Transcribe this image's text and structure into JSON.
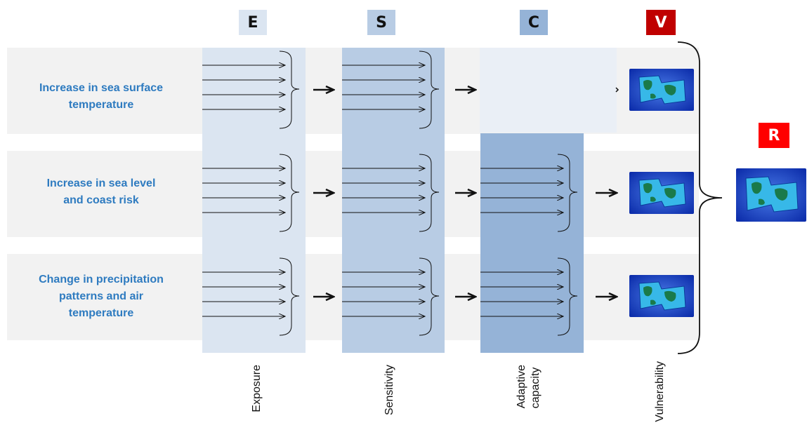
{
  "headers": {
    "e": "E",
    "s": "S",
    "c": "C",
    "v": "V",
    "r": "R"
  },
  "rows": [
    {
      "label": "Increase in sea surface\ntemperature"
    },
    {
      "label": "Increase in sea level\nand coast risk"
    },
    {
      "label": "Change in precipitation\npatterns and air\ntemperature"
    }
  ],
  "axis_labels": {
    "exposure": "Exposure",
    "sensitivity": "Sensitivity",
    "adaptive_capacity": "Adaptive\ncapacity",
    "vulnerability": "Vulnerability"
  },
  "colors": {
    "row_band": "#f2f2f2",
    "exposure": "#dbe5f1",
    "sensitivity": "#b8cce4",
    "adaptive_capacity": "#95b3d7",
    "vulnerability_header": "#c00000",
    "risk_header": "#ff0000",
    "row_text": "#2e7bc0"
  },
  "icons": {
    "vulnerability": "world-puzzle-icon",
    "risk": "world-puzzle-icon"
  }
}
